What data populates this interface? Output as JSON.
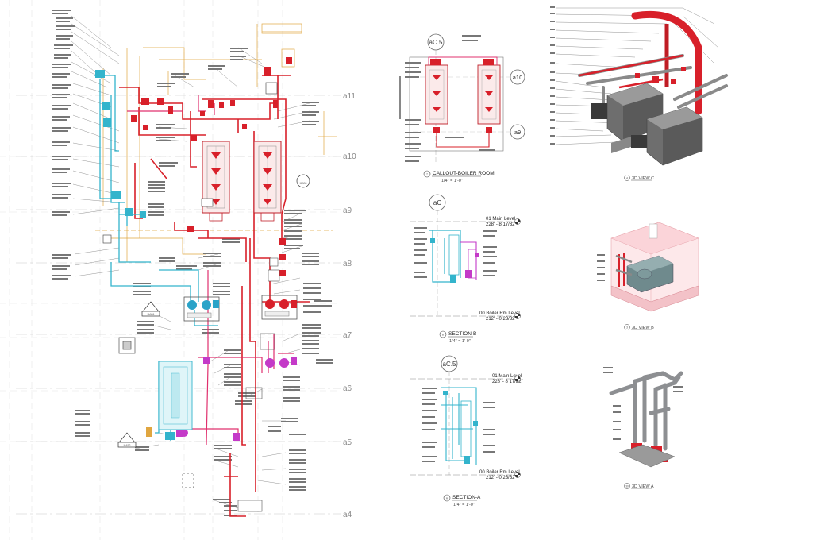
{
  "grid_bubbles": [
    {
      "id": "a11",
      "label": "a11"
    },
    {
      "id": "a10",
      "label": "a10"
    },
    {
      "id": "a9",
      "label": "a9"
    },
    {
      "id": "a8",
      "label": "a8"
    },
    {
      "id": "a7",
      "label": "a7"
    },
    {
      "id": "a6",
      "label": "a6"
    },
    {
      "id": "a5",
      "label": "a5"
    },
    {
      "id": "a4",
      "label": "a4"
    }
  ],
  "plan": {
    "tags": [
      {
        "id": "mab1",
        "label": "MAB1"
      },
      {
        "id": "mab2",
        "label": "MAB2"
      },
      {
        "id": "mab3",
        "label": "MAB3"
      }
    ]
  },
  "callout": {
    "bubble_top": "aC.5",
    "bubble_right_top": "a10",
    "bubble_right_bottom": "a9",
    "number": "2",
    "title": "CALLOUT-BOILER ROOM",
    "scale": "1/4\" = 1'-0\""
  },
  "section_b": {
    "bubble": "aC",
    "level_top_name": "01 Main Level",
    "level_top_elev": "228' - 8 17/32\"",
    "level_bottom_name": "00 Boiler Rm Level",
    "level_bottom_elev": "212' - 0 23/32\"",
    "number": "B",
    "title": "SECTION-B",
    "scale": "1/4\" = 1'-0\""
  },
  "section_a": {
    "bubble": "aC.5",
    "level_top_name": "01 Main Level",
    "level_top_elev": "228' - 8 17/32\"",
    "level_bottom_name": "00 Boiler Rm Level",
    "level_bottom_elev": "212' - 0 23/32\"",
    "number": "A",
    "title": "SECTION-A",
    "scale": "1/4\" = 1'-0\""
  },
  "view_c": {
    "number": "4",
    "title": "3D VIEW C"
  },
  "view_b": {
    "number": "3",
    "title": "3D VIEW B"
  },
  "view_a": {
    "number": "30",
    "title": "3D VIEW A"
  },
  "colors": {
    "red_pipe": "#d8202a",
    "pink_pipe": "#e0306e",
    "cyan_pipe": "#33b4cc",
    "magenta": "#c43ac8",
    "orange_dim": "#e0a640",
    "grid": "#bbbbbb"
  }
}
